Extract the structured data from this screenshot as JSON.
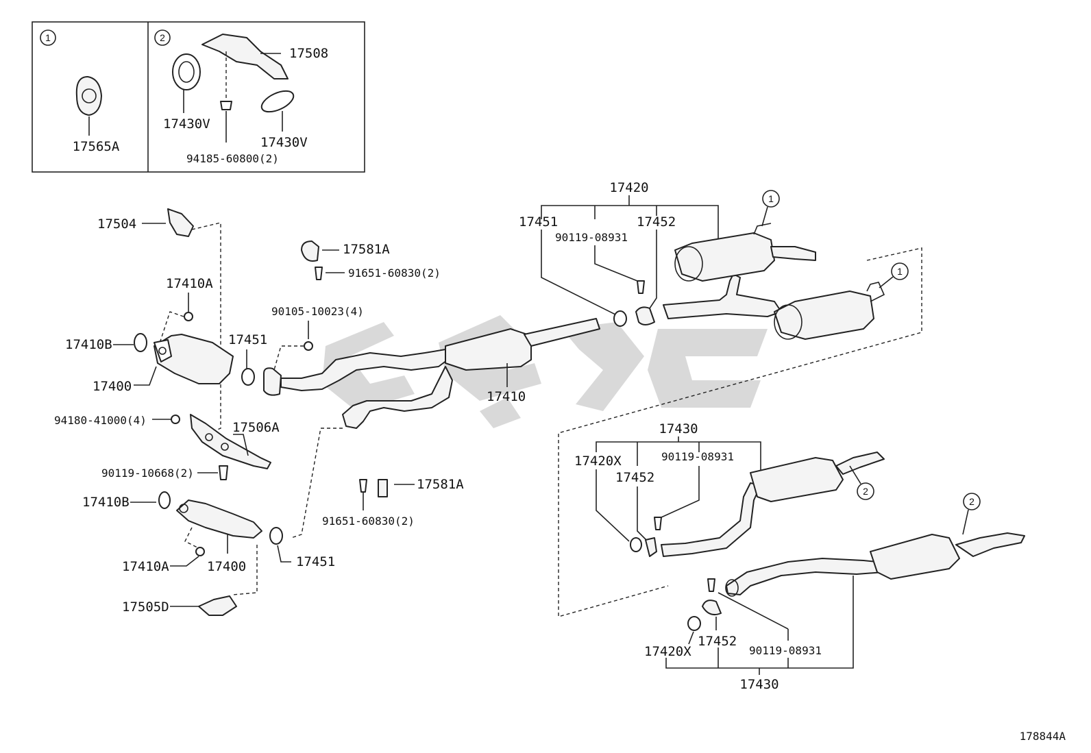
{
  "diagram_code": "178844A",
  "inset": {
    "box1": {
      "marker": "1",
      "part": "17565A"
    },
    "box2": {
      "marker": "2",
      "parts": [
        "17508",
        "17430V",
        "17430V",
        "94185-60800(2)"
      ]
    }
  },
  "labels": {
    "p17504": "17504",
    "p17581A_top": "17581A",
    "p91651_top": "91651-60830(2)",
    "p17410A_top": "17410A",
    "p90105": "90105-10023(4)",
    "p17410B_top": "17410B",
    "p17451_mid": "17451",
    "p17400_top": "17400",
    "p17410": "17410",
    "p94180": "94180-41000(4)",
    "p17506A": "17506A",
    "p90119_10668": "90119-10668(2)",
    "p17581A_bot": "17581A",
    "p91651_bot": "91651-60830(2)",
    "p17410B_bot": "17410B",
    "p17410A_bot": "17410A",
    "p17400_bot": "17400",
    "p17451_bot": "17451",
    "p17505D": "17505D",
    "p17420": "17420",
    "p17451_top": "17451",
    "p17452_top": "17452",
    "p90119_top": "90119-08931",
    "p17430_mid": "17430",
    "p17420X_mid": "17420X",
    "p17452_mid": "17452",
    "p90119_mid": "90119-08931",
    "p17420X_bot": "17420X",
    "p17452_bot": "17452",
    "p90119_bot": "90119-08931",
    "p17430_bot": "17430"
  },
  "markers": {
    "m1": "1",
    "m2": "2"
  },
  "watermark_color": "#b9b9b9"
}
